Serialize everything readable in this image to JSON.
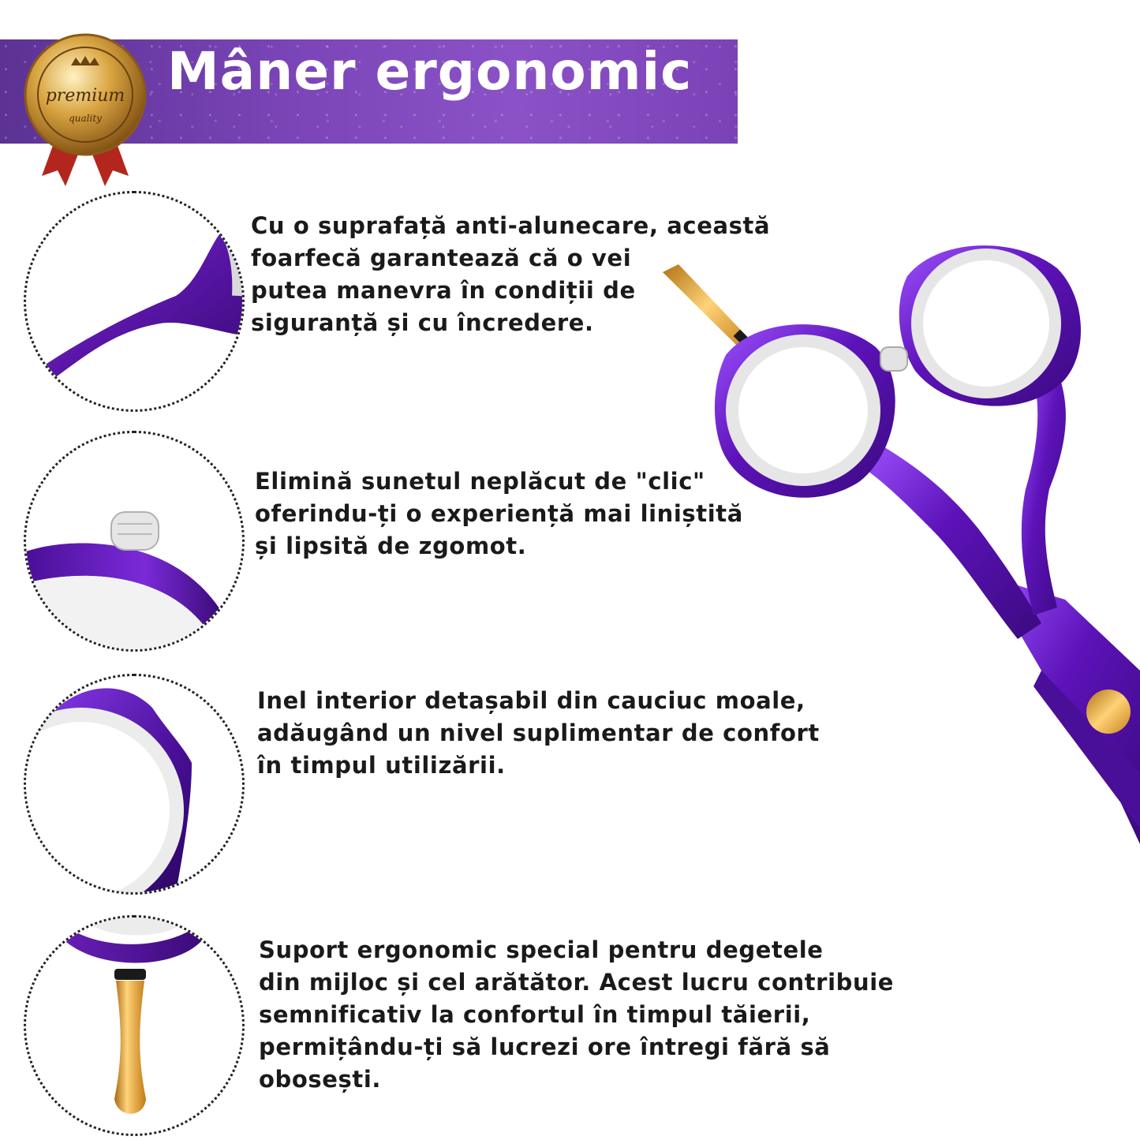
{
  "header": {
    "title": "Mâner ergonomic",
    "badge": {
      "top_text": "premium",
      "bottom_text": "quality",
      "icon": "premium-quality-seal-icon"
    }
  },
  "features": [
    {
      "icon": "scissor-handle-tang-icon",
      "lines": [
        "Cu o suprafață anti-alunecare, această",
        "foarfecă garantează că o vei",
        "putea manevra în condiții de",
        "siguranță și cu încredere."
      ]
    },
    {
      "icon": "silencer-bumper-icon",
      "lines": [
        "Elimină sunetul neplăcut de \"clic\"",
        "oferindu-ți o experiență mai liniștită",
        "și lipsită de zgomot."
      ]
    },
    {
      "icon": "rubber-ring-insert-icon",
      "lines": [
        "Inel interior detașabil din cauciuc moale,",
        "adăugând un nivel suplimentar de confort",
        "în timpul utilizării."
      ]
    },
    {
      "icon": "finger-rest-icon",
      "lines": [
        "Suport ergonomic special pentru degetele",
        "din mijloc și cel arătător. Acest lucru contribuie",
        "semnificativ la confortul în timpul tăierii,",
        "permițându-ți să lucrezi ore întregi fără să",
        "obosești."
      ]
    }
  ],
  "colors": {
    "banner": "#7b45b8",
    "scissor_purple": "#6a1fb8",
    "gold": "#e8a935",
    "text": "#1a1a1a"
  },
  "product_image": "purple-hair-scissors-icon"
}
